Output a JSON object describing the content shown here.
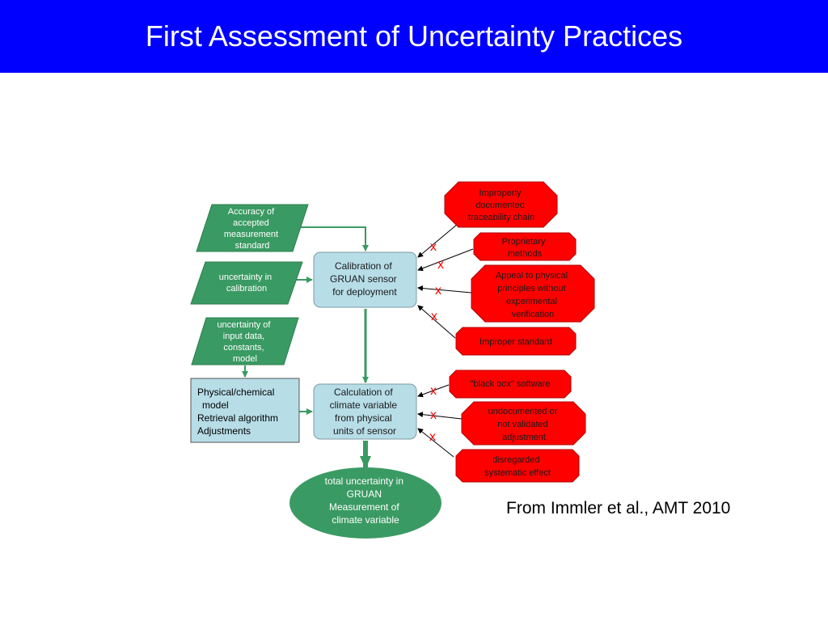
{
  "slide": {
    "title": "First Assessment of Uncertainty Practices",
    "caption": "From Immler et al., AMT 2010"
  },
  "colors": {
    "title_bar": "#0000ff",
    "input_green": "#3a9a63",
    "process_blue": "#b7dde7",
    "problem_red": "#ff0000",
    "arrow_green": "#3a9a63",
    "x_mark_red": "#ff0000"
  },
  "diagram": {
    "inputs": {
      "accuracy": [
        "Accuracy of",
        "accepted",
        "measurement",
        "standard"
      ],
      "calibration_uncertainty": [
        "uncertainty in",
        "calibration"
      ],
      "input_data_uncertainty": [
        "uncertainty of",
        "input data,",
        "constants,",
        "model"
      ]
    },
    "processes": {
      "calibration": [
        "Calibration of",
        "GRUAN sensor",
        "for deployment"
      ],
      "physical_model": [
        "Physical/chemical",
        "model",
        "Retrieval algorithm",
        "Adjustments"
      ],
      "calculation": [
        "Calculation of",
        "climate variable",
        "from physical",
        "units of sensor"
      ]
    },
    "output": [
      "total uncertainty in",
      "GRUAN",
      "Measurement of",
      "climate variable"
    ],
    "problems": {
      "traceability": [
        "Improperly",
        "documented",
        "traceability chain"
      ],
      "proprietary": [
        "Proprietary",
        "methods"
      ],
      "appeal": [
        "Appeal to physical",
        "principles without",
        "experimental",
        "verification"
      ],
      "improper_standard": [
        "Improper standard"
      ],
      "black_box": [
        "\"black box\" software"
      ],
      "undocumented": [
        "undocumented or",
        "not validated",
        "adjustment"
      ],
      "disregarded": [
        "disregarded",
        "systematic effect"
      ]
    },
    "x_mark": "x"
  }
}
